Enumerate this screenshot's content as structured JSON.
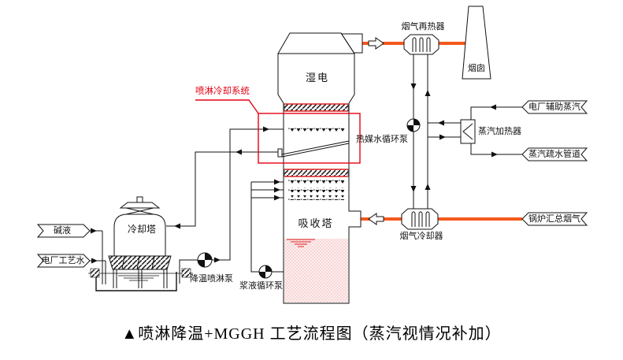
{
  "diagram": {
    "caption": "▲喷淋降温+MGGH 工艺流程图（蒸汽视情况补加）",
    "annotation": {
      "spray_cooling_system": "喷淋冷却系统"
    },
    "equipment": {
      "wet_esp": "湿电",
      "absorber": "吸收塔",
      "cooling_tower": "冷却塔",
      "chimney": "烟囱",
      "flue_gas_reheater": "烟气再热器",
      "flue_gas_cooler": "烟气冷却器",
      "steam_heater": "蒸汽加热器"
    },
    "pumps": {
      "heat_media_pump": "热媒水循环泵",
      "spray_cooling_pump": "降温喷淋泵",
      "slurry_pump": "浆液循环泵"
    },
    "streams": {
      "aux_steam": "电厂辅助蒸汽",
      "steam_drain": "蒸汽疏水管道",
      "boiler_flue_gas": "锅炉汇总烟气",
      "alkali": "碱液",
      "process_water": "电厂工艺水"
    },
    "colors": {
      "flue_gas_line": "#f4581c",
      "annotation_red": "#e60012",
      "slurry_fill": "#fdeeee"
    }
  }
}
